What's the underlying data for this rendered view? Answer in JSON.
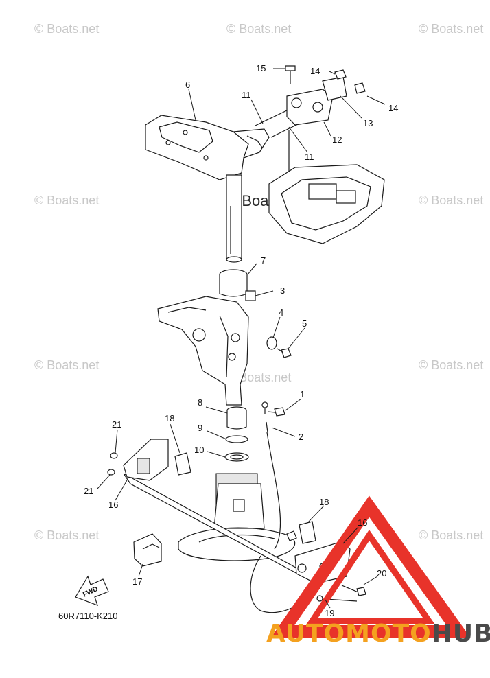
{
  "watermark": "© Boats.net",
  "center_watermark": "© Boats.net",
  "part_code": "60R7110-K210",
  "fwd_label": "FWD",
  "brand": {
    "part1": "AUTOMOTO",
    "part2": "HUB",
    "accent_color": "#e8332a",
    "orange": "#f4a11f",
    "gray": "#4a4a4a"
  },
  "callouts": [
    "15",
    "14",
    "6",
    "11",
    "13",
    "14",
    "12",
    "11",
    "7",
    "3",
    "4",
    "5",
    "1",
    "8",
    "2",
    "9",
    "10",
    "21",
    "18",
    "21",
    "16",
    "18",
    "16",
    "20",
    "17",
    "19"
  ]
}
